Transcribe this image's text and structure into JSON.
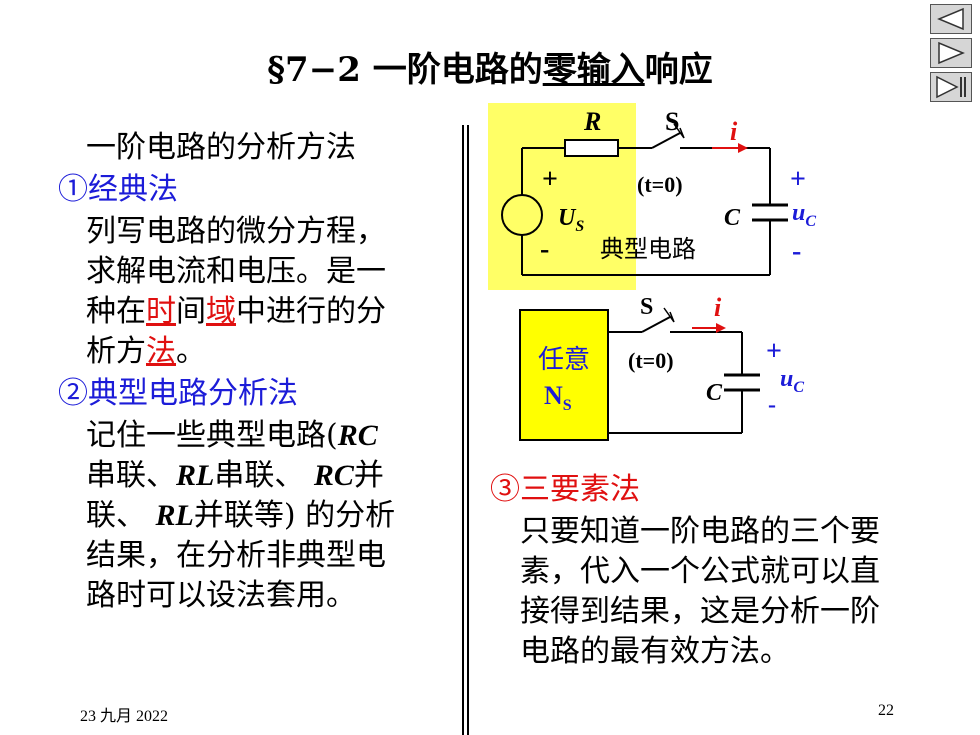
{
  "title": {
    "prefix": "§7−2  一阶电路的",
    "underlined": "零输入",
    "suffix": "响应"
  },
  "nav": {
    "prev": "previous",
    "next": "next",
    "last": "last"
  },
  "left": {
    "heading": "一阶电路的分析方法",
    "method1": "①经典法",
    "m1_line1": "列写电路的微分方程，",
    "m1_line2": "求解电流和电压。是一",
    "m1_line3_a": "种在",
    "m1_line3_b": "时",
    "m1_line3_c": "间",
    "m1_line3_d": "域",
    "m1_line3_e": "中进行的分",
    "m1_line4_a": "析方",
    "m1_line4_b": "法",
    "m1_line4_c": "。",
    "method2": "②典型电路分析法",
    "m2_line1_a": "记住一些典型电路(",
    "m2_line1_b": "RC",
    "m2_line2_a": "串联、",
    "m2_line2_b": "RL",
    "m2_line2_c": "串联、 ",
    "m2_line2_d": "RC",
    "m2_line2_e": "并",
    "m2_line3_a": "联、 ",
    "m2_line3_b": "RL",
    "m2_line3_c": "并联等) 的分析",
    "m2_line4": "结果，在分析非典型电",
    "m2_line5": "路时可以设法套用。"
  },
  "right": {
    "method3": "③三要素法",
    "line1": "只要知道一阶电路的三个要",
    "line2": "素，代入一个公式就可以直",
    "line3": "接得到结果，这是分析一阶",
    "line4": "电路的最有效方法。"
  },
  "circuit1": {
    "R": "R",
    "S": "S",
    "i": "i",
    "plus": "+",
    "minus": "-",
    "t0": "(t=0)",
    "Us": "U",
    "Us_sub": "S",
    "C": "C",
    "uc": "u",
    "uc_sub": "C",
    "caption": "典型电路"
  },
  "circuit2": {
    "box_line1": "任意",
    "box_line2": "N",
    "box_sub": "S",
    "S": "S",
    "i": "i",
    "t0": "(t=0)",
    "C": "C",
    "uc": "u",
    "uc_sub": "C",
    "plus": "+",
    "minus": "-"
  },
  "footer": {
    "date": "23 九月 2022",
    "page": "22"
  },
  "colors": {
    "blue": "#1c1cd8",
    "red": "#e01010",
    "highlight": "#ffff66",
    "box": "#ffff00"
  }
}
